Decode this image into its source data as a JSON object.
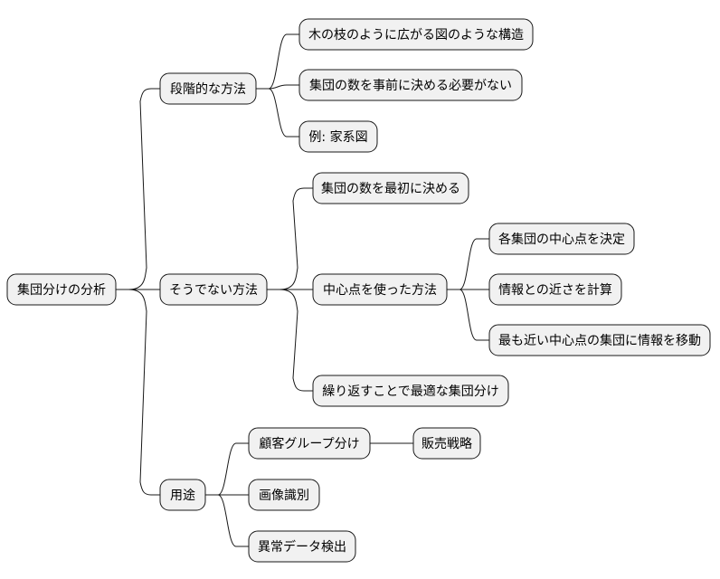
{
  "colors": {
    "node_fill": "#f1f1f1",
    "line": "#181818",
    "text": "#000000",
    "background": "#ffffff"
  },
  "root": {
    "label": "集団分けの分析",
    "children": [
      {
        "label": "段階的な方法",
        "children": [
          {
            "label": "木の枝のように広がる図のような構造"
          },
          {
            "label": "集団の数を事前に決める必要がない"
          },
          {
            "label": "例: 家系図"
          }
        ]
      },
      {
        "label": "そうでない方法",
        "children": [
          {
            "label": "集団の数を最初に決める"
          },
          {
            "label": "中心点を使った方法",
            "children": [
              {
                "label": "各集団の中心点を決定"
              },
              {
                "label": "情報との近さを計算"
              },
              {
                "label": "最も近い中心点の集団に情報を移動"
              }
            ]
          },
          {
            "label": "繰り返すことで最適な集団分け"
          }
        ]
      },
      {
        "label": "用途",
        "children": [
          {
            "label": "顧客グループ分け",
            "children": [
              {
                "label": "販売戦略"
              }
            ]
          },
          {
            "label": "画像識別"
          },
          {
            "label": "異常データ検出"
          }
        ]
      }
    ]
  }
}
